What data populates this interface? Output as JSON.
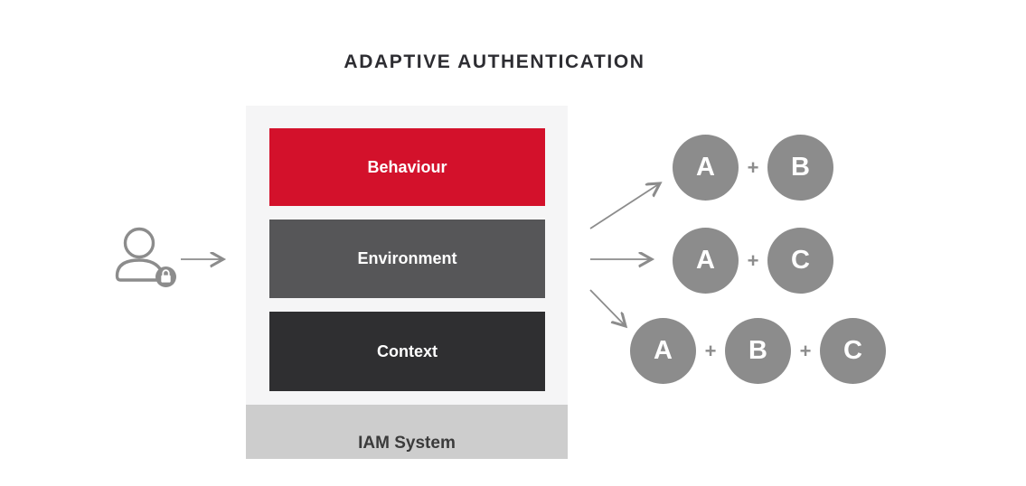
{
  "title": "ADAPTIVE AUTHENTICATION",
  "user": {
    "icon": "user-lock-icon"
  },
  "stack": {
    "panel_color": "#f5f5f6",
    "layers": [
      {
        "label": "Behaviour",
        "color": "#d3112b"
      },
      {
        "label": "Environment",
        "color": "#565658"
      },
      {
        "label": "Context",
        "color": "#2f2f31"
      }
    ],
    "base": {
      "label": "IAM System",
      "color": "#cdcdcd"
    }
  },
  "plus_sign": "+",
  "combinations": [
    {
      "circles": [
        "A",
        "B"
      ]
    },
    {
      "circles": [
        "A",
        "C"
      ]
    },
    {
      "circles": [
        "A",
        "B",
        "C"
      ]
    }
  ],
  "colors": {
    "accent_gray": "#8c8c8c",
    "title_text": "#2d2d32",
    "circle_text": "#ffffff",
    "layer_text": "#ffffff",
    "iam_text": "#3b3b3b"
  }
}
